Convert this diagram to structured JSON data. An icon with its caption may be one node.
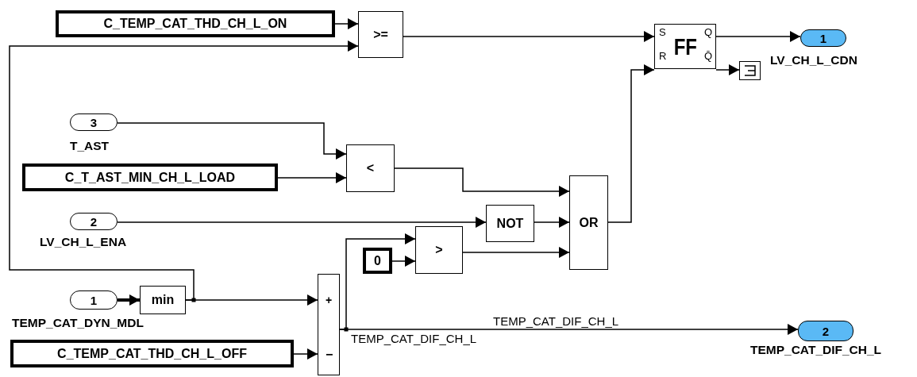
{
  "diagram": {
    "nodes": [
      {
        "text": [
          "C_TEMP_CAT_THD_CH_L_ON"
        ]
      },
      {
        "text": [
          ">="
        ]
      },
      {
        "text": [
          "S",
          "FF",
          "Q",
          "R",
          "Q̄"
        ]
      },
      {
        "text": [
          "1"
        ],
        "beside": [
          "LV_CH_L_CDN"
        ]
      },
      {
        "text": [],
        "shape": "box"
      },
      {
        "text": [
          "3"
        ],
        "beside": [
          "T_AST"
        ]
      },
      {
        "text": [
          "C_T_AST_MIN_CH_L_LOAD"
        ]
      },
      {
        "text": [
          "<"
        ]
      },
      {
        "text": [
          "2"
        ],
        "beside": [
          "LV_CH_L_ENA"
        ]
      },
      {
        "text": [
          "NOT"
        ]
      },
      {
        "text": [
          "OR"
        ]
      },
      {
        "text": [
          "0"
        ]
      },
      {
        "text": [
          ">"
        ]
      },
      {
        "text": [
          "1"
        ],
        "beside": [
          "TEMP_CAT_DYN_MDL"
        ]
      },
      {
        "text": [
          "min"
        ]
      },
      {
        "text": [
          "+",
          "−"
        ]
      },
      {
        "text": [
          "C_TEMP_CAT_THD_CH_L_OFF"
        ]
      },
      {
        "text": [
          "2"
        ],
        "beside": [
          "TEMP_CAT_DIF_CH_L"
        ]
      }
    ],
    "edges": [
      {
        "from": 0,
        "to": 1,
        "arrow": "to"
      },
      {
        "from": 14,
        "to": 1,
        "arrow": "to"
      },
      {
        "from": 1,
        "to": 2,
        "arrow": "to"
      },
      {
        "from": 10,
        "to": 2,
        "arrow": "to"
      },
      {
        "from": 2,
        "to": 3,
        "arrow": "to"
      },
      {
        "from": 2,
        "to": 4,
        "arrow": "to"
      },
      {
        "from": 5,
        "to": 7,
        "arrow": "to"
      },
      {
        "from": 6,
        "to": 7,
        "arrow": "to"
      },
      {
        "from": 7,
        "to": 10,
        "arrow": "to"
      },
      {
        "from": 8,
        "to": 9,
        "arrow": "to"
      },
      {
        "from": 9,
        "to": 10,
        "arrow": "to"
      },
      {
        "from": 12,
        "to": 10,
        "arrow": "to"
      },
      {
        "from": 11,
        "to": 12,
        "arrow": "to"
      },
      {
        "from": 13,
        "to": 14,
        "arrow": "to",
        "style": "thick"
      },
      {
        "from": 14,
        "to": 15,
        "arrow": "to"
      },
      {
        "from": 16,
        "to": 15,
        "arrow": "to"
      },
      {
        "from": 15,
        "to": 12,
        "arrow": "to"
      },
      {
        "from": 15,
        "to": 17,
        "arrow": "to",
        "label": "TEMP_CAT_DIF_CH_L"
      }
    ],
    "labels": [
      "TEMP_CAT_DIF_CH_L"
    ]
  }
}
